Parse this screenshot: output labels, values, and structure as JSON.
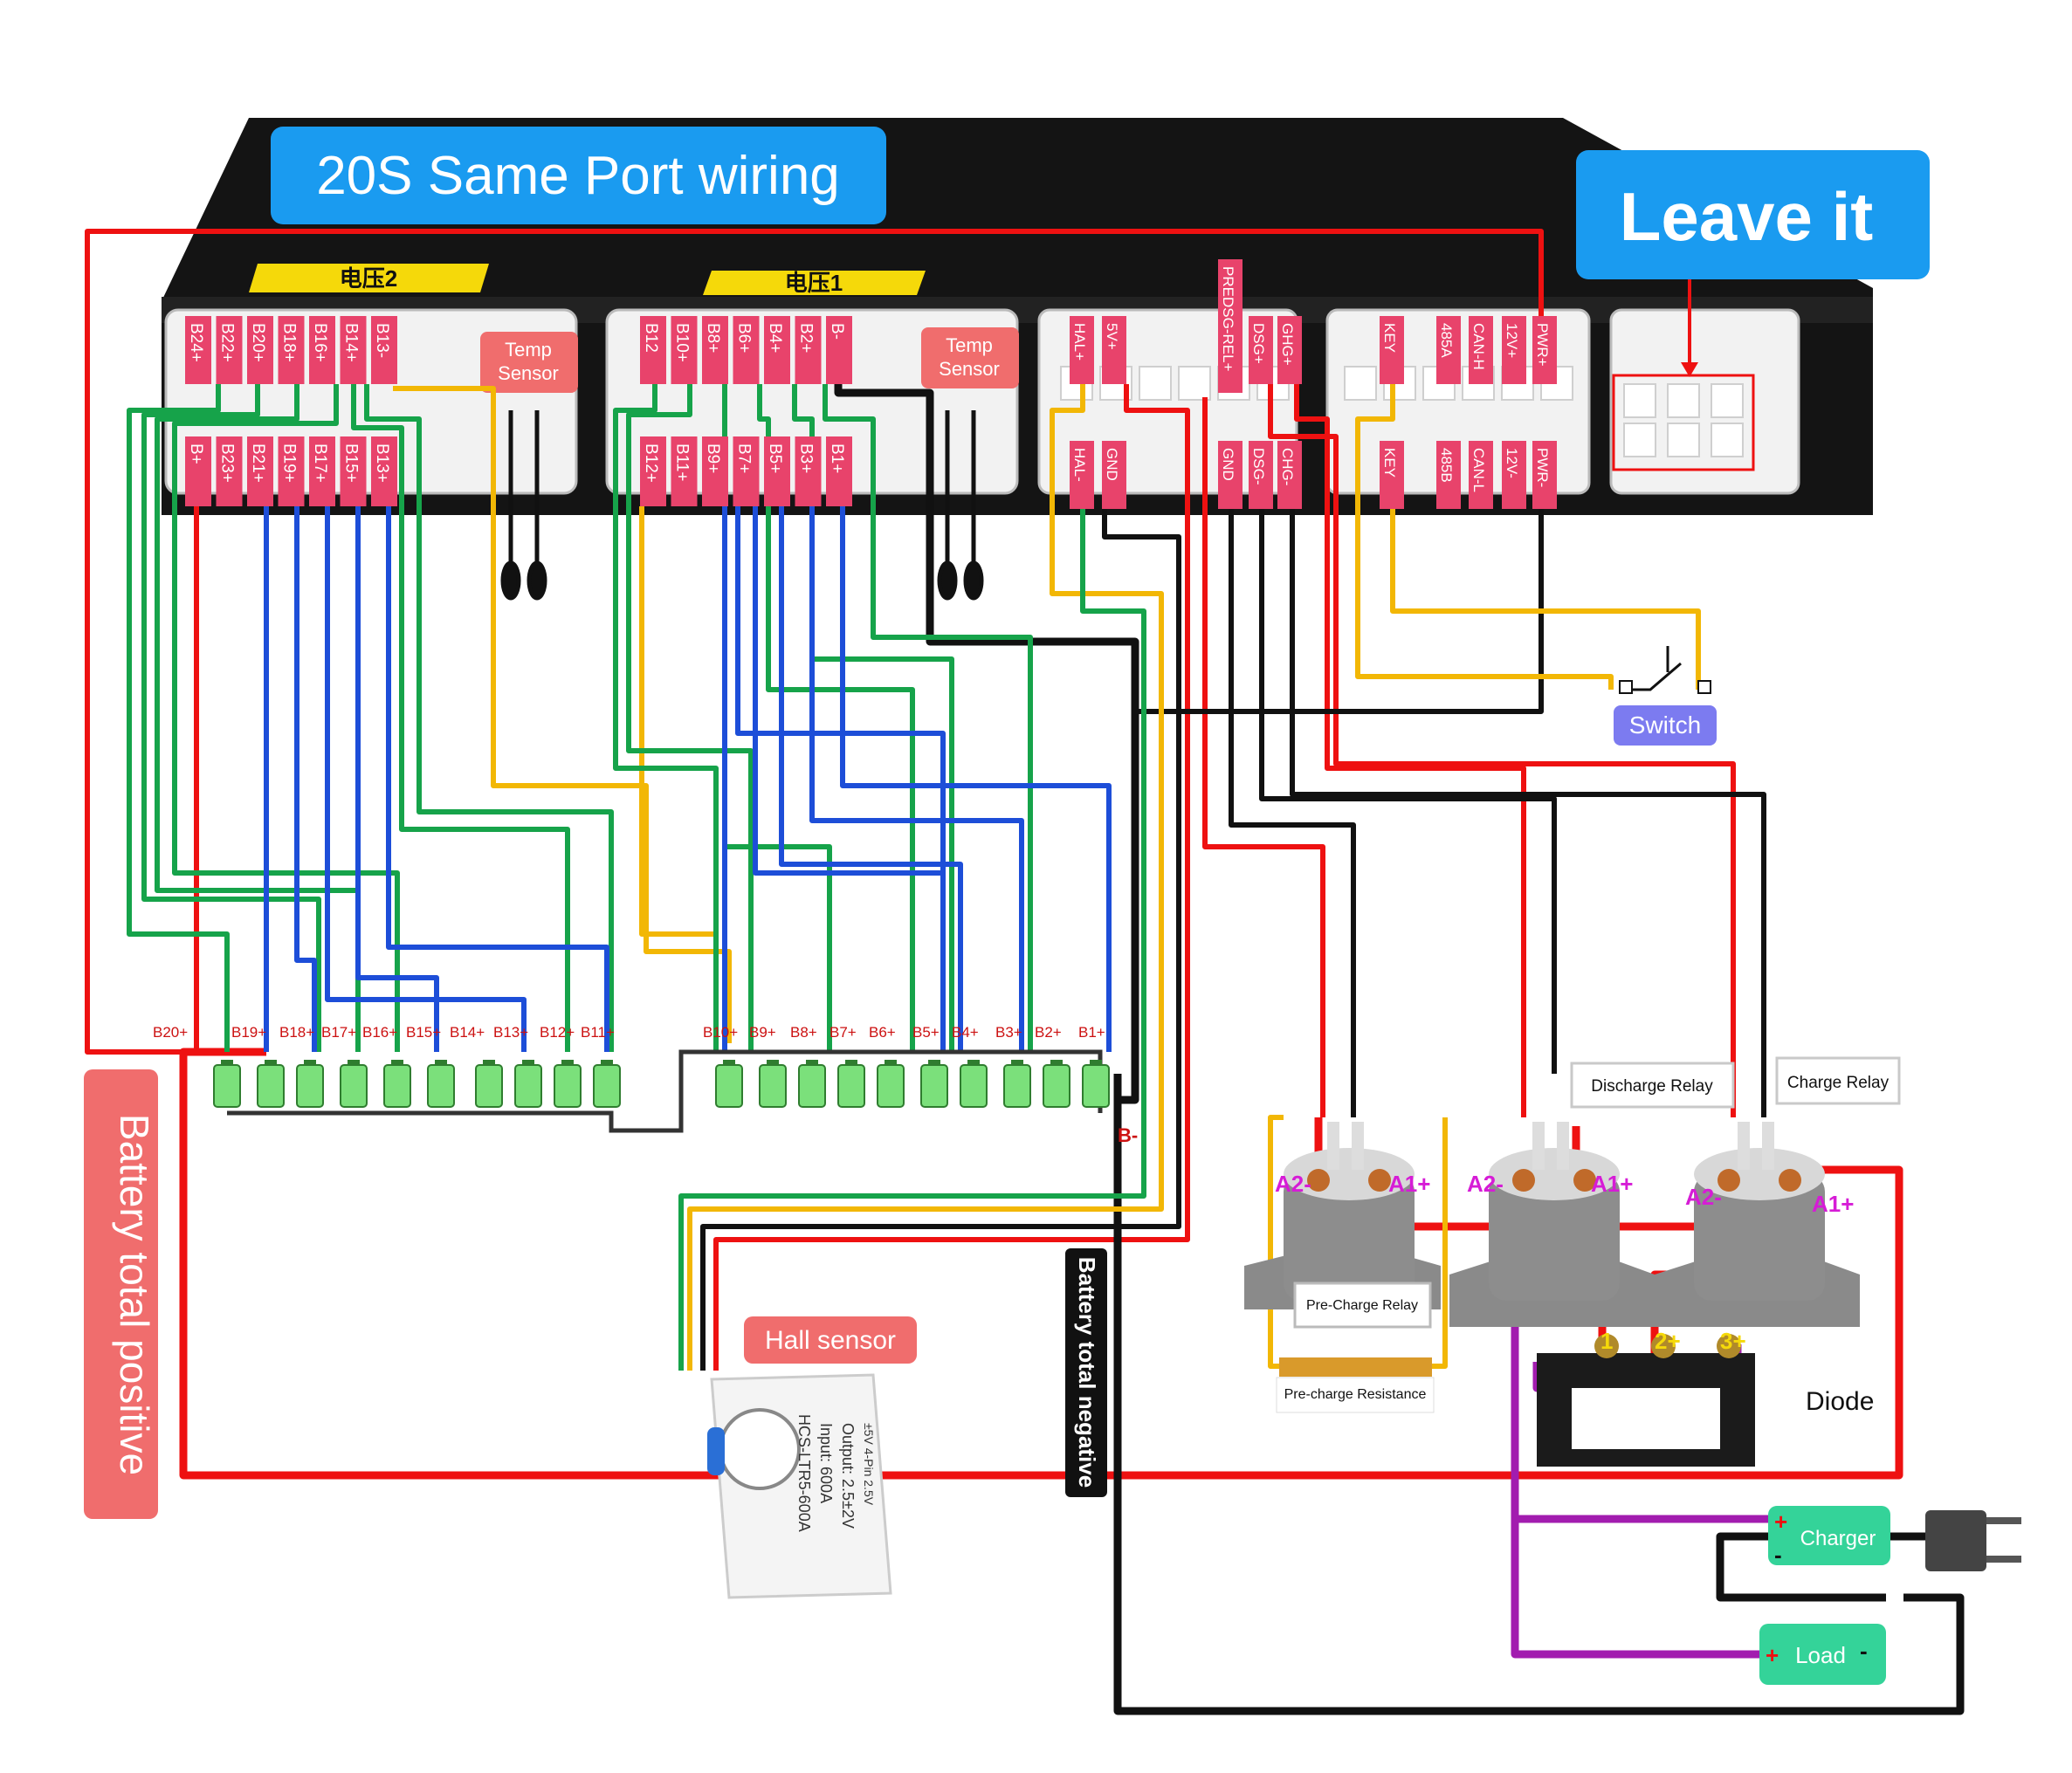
{
  "title": "20S Same Port wiring",
  "leave_label": "Leave it",
  "battery_positive_label": "Battery total positive",
  "battery_negative_label": "Battery total negative",
  "connector_tags": [
    "电压2",
    "电压1"
  ],
  "temp_sensor_label": [
    "Temp",
    "Sensor"
  ],
  "connector2_top_pins": [
    "B24+",
    "B22+",
    "B20+",
    "B18+",
    "B16+",
    "B14+",
    "B13-"
  ],
  "connector2_bottom_pins": [
    "B+",
    "B23+",
    "B21+",
    "B19+",
    "B17+",
    "B15+",
    "B13+"
  ],
  "connector1_top_pins": [
    "B12",
    "B10+",
    "B8+",
    "B6+",
    "B4+",
    "B2+",
    "B-"
  ],
  "connector1_bottom_pins": [
    "B12+",
    "B11+",
    "B9+",
    "B7+",
    "B5+",
    "B3+",
    "B1+"
  ],
  "control_top_pins": [
    "HAL+",
    "5V+",
    "PREDSG-REL+",
    "DSG+",
    "GHG+",
    "KEY",
    "485A",
    "CAN-H",
    "12V+",
    "PWR+"
  ],
  "control_bottom_pins": [
    "HAL-",
    "GND",
    "GND",
    "DSG-",
    "CHG-",
    "KEY",
    "485B",
    "CAN-L",
    "12V-",
    "PWR-"
  ],
  "cell_labels_left": [
    "B20+",
    "B19+",
    "B18+",
    "B17+",
    "B16+",
    "B15+",
    "B14+",
    "B13+",
    "B12+",
    "B11+"
  ],
  "cell_labels_right": [
    "B10+",
    "B9+",
    "B8+",
    "B7+",
    "B6+",
    "B5+",
    "B4+",
    "B3+",
    "B2+",
    "B1+"
  ],
  "bminus_label": "B-",
  "switch_label": "Switch",
  "discharge_relay_label": "Discharge Relay",
  "charge_relay_label": "Charge Relay",
  "precharge_relay_label": "Pre-Charge Relay",
  "precharge_resistance_label": "Pre-charge Resistance",
  "relay_terminals": [
    "A2-",
    "A1+",
    "A2-",
    "A1+",
    "A2-",
    "A1+"
  ],
  "diode_label": "Diode",
  "diode_pins": [
    "1",
    "2+",
    "3+"
  ],
  "hall_sensor_label": "Hall sensor",
  "hall_body_text": [
    "HCS-LTR5-600A",
    "Input: 600A",
    "Output: 2.5±2V",
    "±5V 4-Pin 2.5V"
  ],
  "charger_label": "Charger",
  "load_label": "Load",
  "plus": "+",
  "minus": "-",
  "colors": {
    "red": "#ee1111",
    "green": "#16a34a",
    "blue": "#1d4ed8",
    "yellow": "#f2b705",
    "black": "#111111",
    "purple": "#a21caf",
    "pin_pink": "#e8436b",
    "title_blue": "#1a9bf0",
    "battery_pos_bg": "#f06d6d",
    "switch_bg": "#7c7bf0",
    "module_green": "#34d399"
  }
}
